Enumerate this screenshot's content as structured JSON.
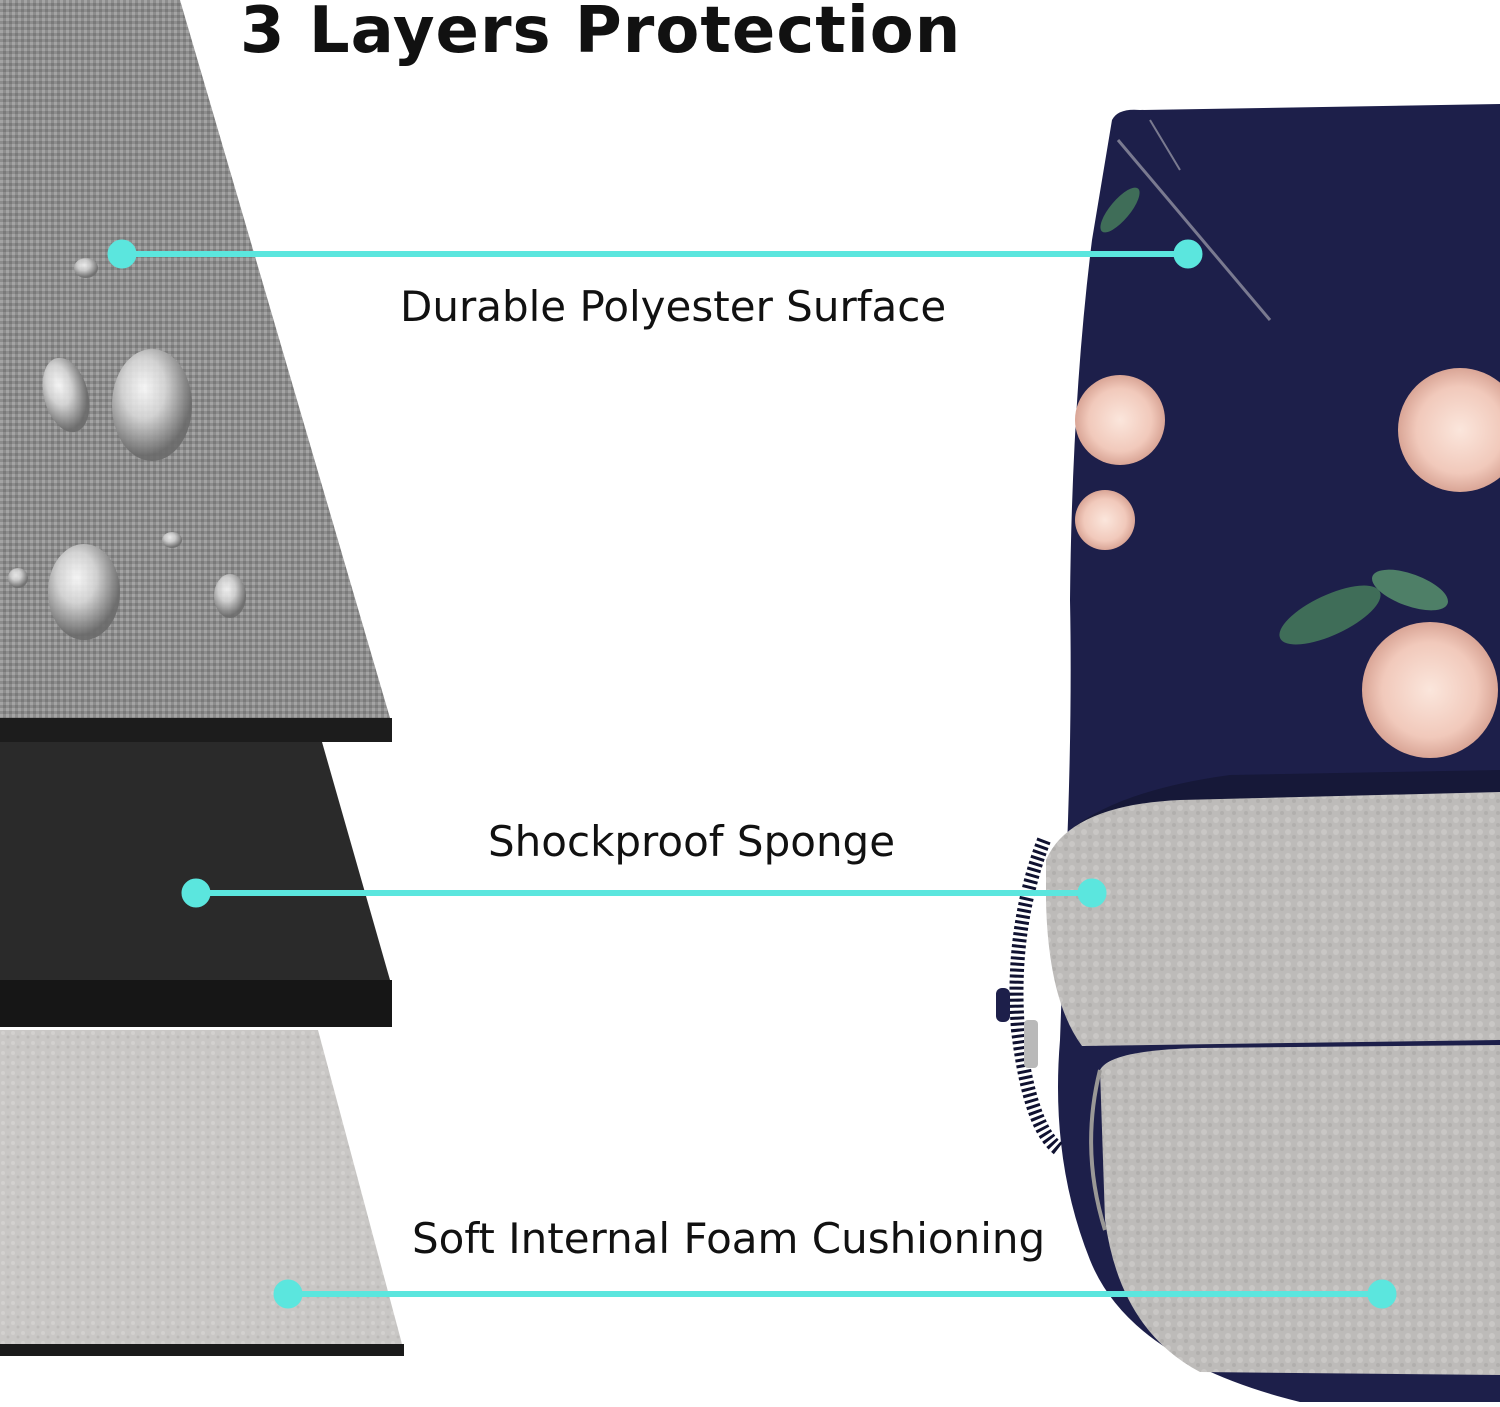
{
  "title": "3 Layers  Protection",
  "layers": [
    {
      "label": "Durable Polyester Surface",
      "material": "grey polyester with water droplets"
    },
    {
      "label": "Shockproof Sponge",
      "material": "black sponge"
    },
    {
      "label": "Soft Internal Foam Cushioning",
      "material": "light grey plush lining"
    }
  ],
  "colors": {
    "callout_line": "#5be6de",
    "polyester": "#8e8e8e",
    "sponge": "#2a2a2a",
    "foam": "#c8c6c4",
    "sleeve_navy": "#1d1f4a",
    "rose": "#f2cfc3",
    "leaf": "#3f6d58",
    "lining": "#bdbbb9"
  }
}
